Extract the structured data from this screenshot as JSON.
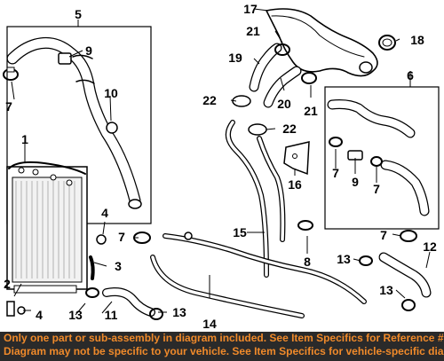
{
  "callouts": [
    "1",
    "2",
    "3",
    "4",
    "4",
    "5",
    "6",
    "7",
    "7",
    "7",
    "7",
    "7",
    "8",
    "9",
    "9",
    "10",
    "11",
    "12",
    "13",
    "13",
    "13",
    "13",
    "14",
    "15",
    "16",
    "17",
    "18",
    "19",
    "20",
    "21",
    "21",
    "22",
    "22"
  ],
  "footer": {
    "line1": "Only one part or sub-assembly in diagram included. See Item Specifics for Reference #.",
    "line2": "Diagram may not be specific to your vehicle. See Item Specifics for vehicle-specific diagrams."
  }
}
